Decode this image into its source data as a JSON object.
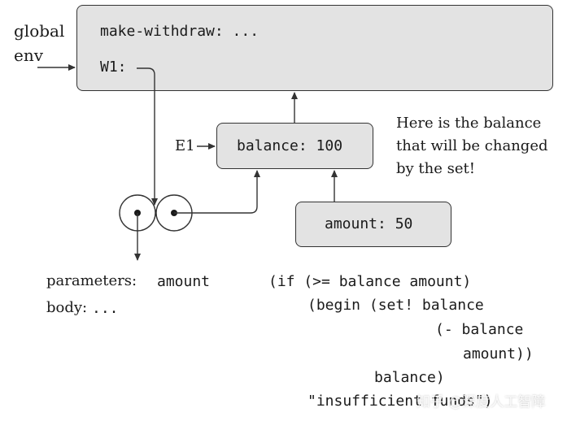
{
  "global_env": {
    "label_line1": "global",
    "label_line2": "env",
    "binding_make_withdraw": "make-withdraw: ...",
    "binding_w1": "W1:"
  },
  "frame_e1": {
    "label": "E1",
    "binding": "balance: 100"
  },
  "frame_amount": {
    "binding": "amount: 50"
  },
  "annotation": {
    "line1": "Here is the balance",
    "line2": "that will be changed",
    "line3": "by the set!"
  },
  "procedure": {
    "parameters_label": "parameters:",
    "parameters_value": "amount",
    "body_label": "body:",
    "body_value": "..."
  },
  "code": {
    "line1": "(if (>= balance amount)",
    "line2": "(begin (set! balance",
    "line3": "(- balance",
    "line4": "amount))",
    "line5": "balance)",
    "line6": "\"insufficient funds\")"
  },
  "watermark": "知乎 @深度人工智障",
  "colors": {
    "frame_fill": "#e3e3e3",
    "stroke": "#333333",
    "text": "#1a1a1a"
  }
}
